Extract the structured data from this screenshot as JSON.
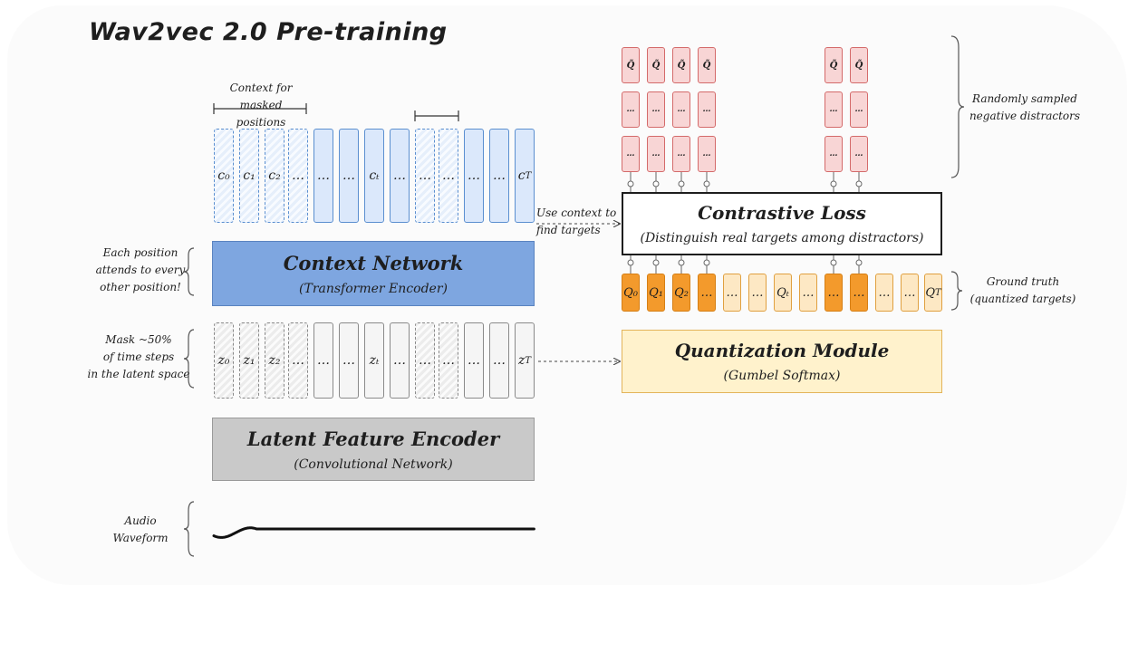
{
  "title": "Wav2vec 2.0 Pre-training",
  "notes": {
    "context_masked": "Context for\nmasked positions",
    "attends": "Each position\nattends to every\nother position!",
    "mask": "Mask ~50%\nof time steps\nin the latent space",
    "audio": "Audio\nWaveform",
    "use_context": "Use context to\nfind targets",
    "neg_distractors": "Randomly sampled\nnegative distractors",
    "ground_truth": "Ground truth\n(quantized targets)"
  },
  "context_network": {
    "title": "Context Network",
    "subtitle": "(Transformer Encoder)"
  },
  "latent_encoder": {
    "title": "Latent Feature Encoder",
    "subtitle": "(Convolutional Network)"
  },
  "contrastive_loss": {
    "title": "Contrastive Loss",
    "subtitle": "(Distinguish real targets among distractors)"
  },
  "quantization": {
    "title": "Quantization Module",
    "subtitle": "(Gumbel Softmax)"
  },
  "context_tokens": [
    {
      "label": "c₀",
      "masked": true
    },
    {
      "label": "c₁",
      "masked": true
    },
    {
      "label": "c₂",
      "masked": true
    },
    {
      "label": "…",
      "masked": true
    },
    {
      "label": "…",
      "masked": false
    },
    {
      "label": "…",
      "masked": false
    },
    {
      "label": "cₜ",
      "masked": false
    },
    {
      "label": "…",
      "masked": false
    },
    {
      "label": "…",
      "masked": true
    },
    {
      "label": "…",
      "masked": true
    },
    {
      "label": "…",
      "masked": false
    },
    {
      "label": "…",
      "masked": false
    },
    {
      "label": "c_T",
      "masked": false
    }
  ],
  "latent_tokens": [
    {
      "label": "z₀",
      "masked": true
    },
    {
      "label": "z₁",
      "masked": true
    },
    {
      "label": "z₂",
      "masked": true
    },
    {
      "label": "…",
      "masked": true
    },
    {
      "label": "…",
      "masked": false
    },
    {
      "label": "…",
      "masked": false
    },
    {
      "label": "zₜ",
      "masked": false
    },
    {
      "label": "…",
      "masked": false
    },
    {
      "label": "…",
      "masked": true
    },
    {
      "label": "…",
      "masked": true
    },
    {
      "label": "…",
      "masked": false
    },
    {
      "label": "…",
      "masked": false
    },
    {
      "label": "z_T",
      "masked": false
    }
  ],
  "ground_truth_tokens": [
    {
      "label": "Q₀",
      "dark": true
    },
    {
      "label": "Q₁",
      "dark": true
    },
    {
      "label": "Q₂",
      "dark": true
    },
    {
      "label": "…",
      "dark": true
    },
    {
      "label": "…",
      "dark": false
    },
    {
      "label": "…",
      "dark": false
    },
    {
      "label": "Qₜ",
      "dark": false
    },
    {
      "label": "…",
      "dark": false
    },
    {
      "label": "…",
      "dark": true
    },
    {
      "label": "…",
      "dark": true
    },
    {
      "label": "…",
      "dark": false
    },
    {
      "label": "…",
      "dark": false
    },
    {
      "label": "Q_T",
      "dark": false
    }
  ],
  "negative_top_label": "Q̃",
  "negative_mid_label": "…",
  "colors": {
    "context_accent": "#5b8fd0",
    "context_network": "#7ea6e0",
    "latent_encoder": "#c9c9c9",
    "quantization": "#fff2cc",
    "negatives": "#f8d5d5",
    "ground_truth_dark": "#f39a2c",
    "ground_truth_light": "#fde8c4"
  }
}
